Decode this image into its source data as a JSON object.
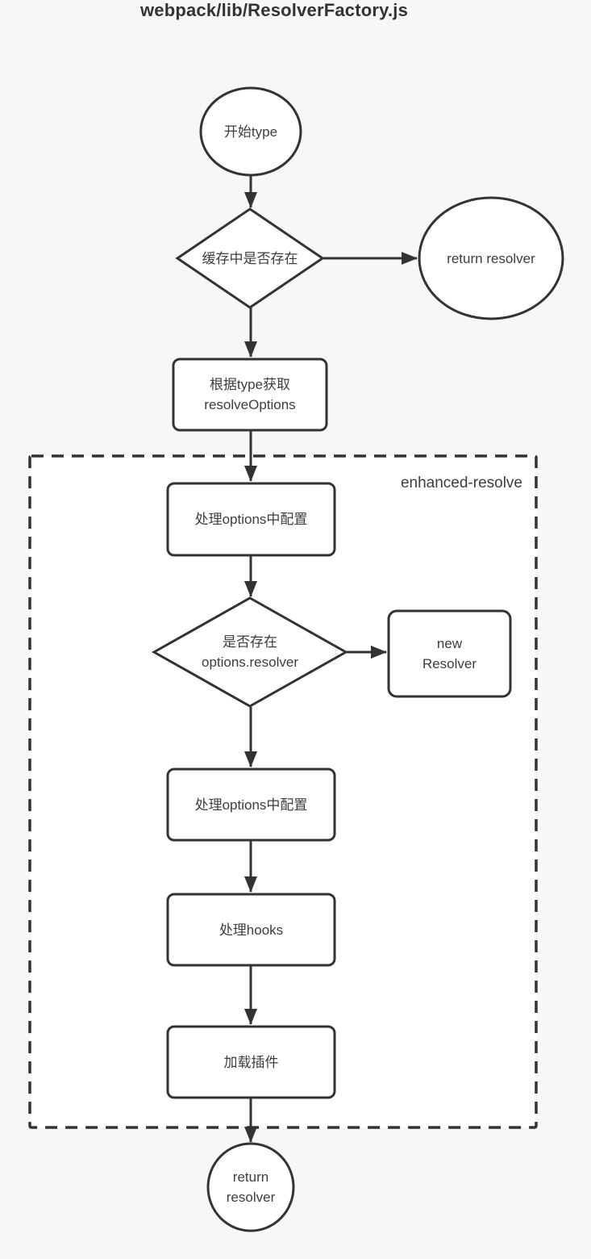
{
  "title": "webpack/lib/ResolverFactory.js",
  "container": {
    "label": "enhanced-resolve"
  },
  "nodes": {
    "start": "开始type",
    "cache_check": "缓存中是否存在",
    "return_resolver_top": "return resolver",
    "get_resolve_options": "根据type获取\nresolveOptions",
    "process_options_1": "处理options中配置",
    "resolver_exists": "是否存在\noptions.resolver",
    "new_resolver": "new\nResolver",
    "process_options_2": "处理options中配置",
    "process_hooks": "处理hooks",
    "load_plugins": "加载插件",
    "end": "return\nresolver"
  },
  "colors": {
    "background": "#f7f7f7",
    "node_fill": "#ffffff",
    "stroke": "#333333",
    "text": "#3d3d3d"
  }
}
